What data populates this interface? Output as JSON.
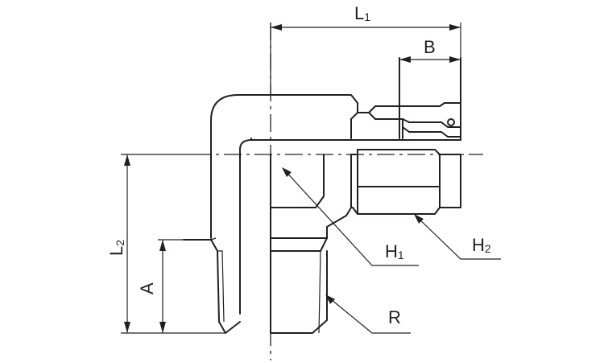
{
  "labels": {
    "L": "L",
    "L_sub1": "1",
    "B": "B",
    "L2": "L",
    "L2_sub": "2",
    "A": "A",
    "H1": "H",
    "H1_sub": "1",
    "H2": "H",
    "H2_sub": "2",
    "R": "R"
  }
}
